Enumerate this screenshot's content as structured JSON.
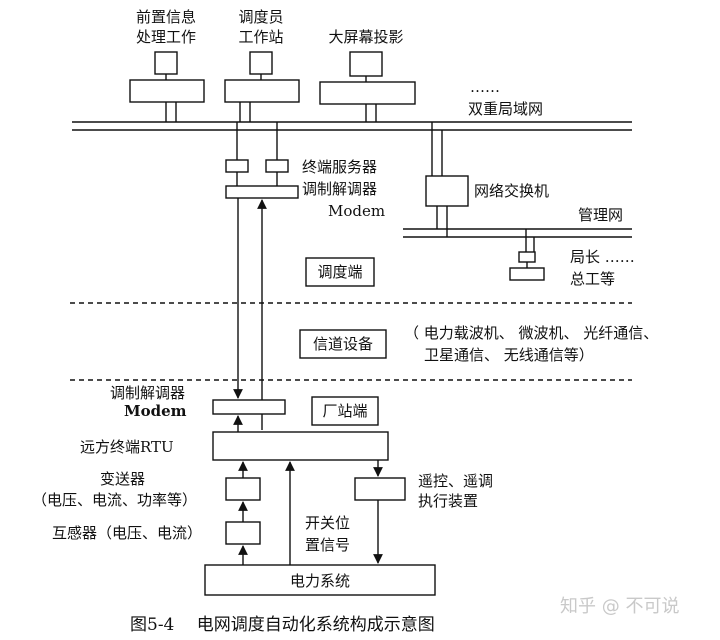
{
  "diagram": {
    "top_stations": {
      "front_processing": [
        "前置信息",
        "处理工作"
      ],
      "dispatcher": [
        "调度员",
        "工作站"
      ],
      "big_screen": "大屏幕投影",
      "ellipsis": "……"
    },
    "dual_lan": "双重局域网",
    "terminal_server": "终端服务器",
    "modem_dispatch": [
      "调制解调器",
      "Modem"
    ],
    "network_switch": "网络交换机",
    "management_net": "管理网",
    "director": [
      "局长 ……",
      "总工等"
    ],
    "zones": {
      "dispatch_end": "调度端",
      "channel_equipment": "信道设备",
      "plant_station_end": "厂站端"
    },
    "channel_note": [
      "（ 电力载波机、 微波机、 光纤通信、",
      "卫星通信、 无线通信等）"
    ],
    "modem_plant": [
      "调制解调器",
      "Modem"
    ],
    "rtu": "远方终端RTU",
    "transmitter": [
      "变送器",
      "（电压、电流、功率等）"
    ],
    "transformer": "互感器（电压、电流）",
    "remote_control": [
      "遥控、遥调",
      "执行装置"
    ],
    "switch_signal": [
      "开关位",
      "置信号"
    ],
    "power_system": "电力系统",
    "caption": "图5-4　 电网调度自动化系统构成示意图",
    "watermark": "知乎 @ 不可说"
  }
}
